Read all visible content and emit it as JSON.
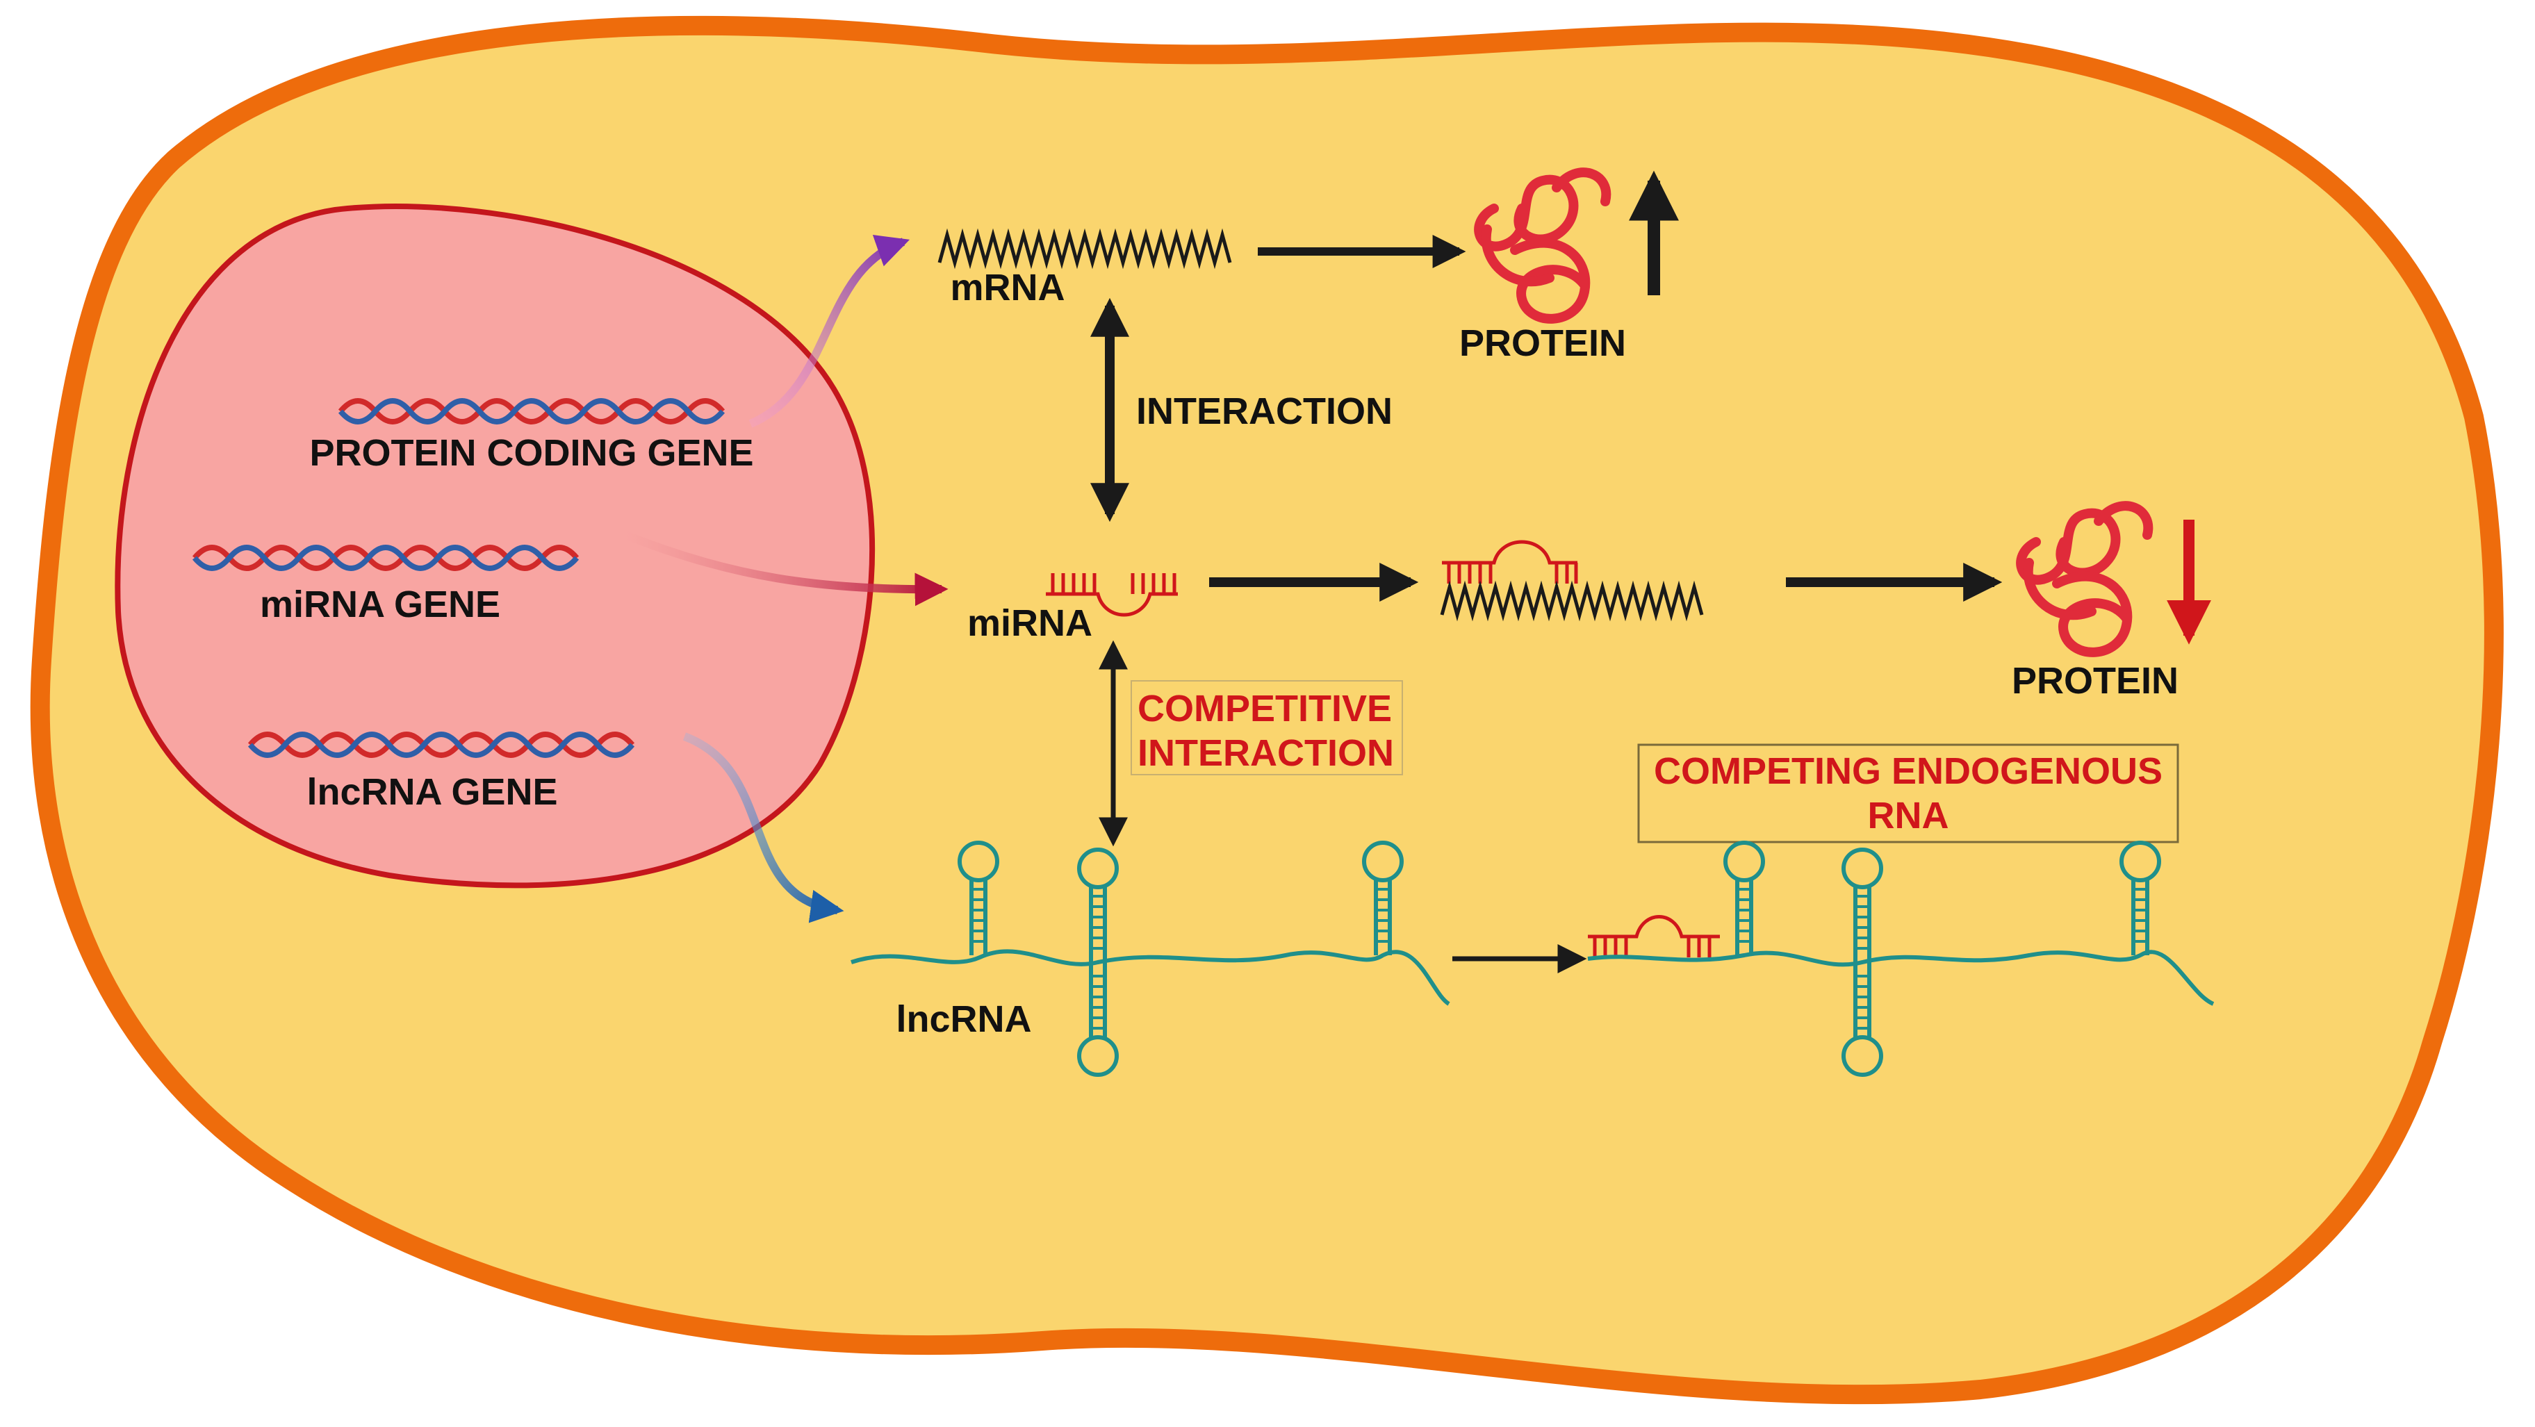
{
  "colors": {
    "cell_fill": "#fad56e",
    "cell_border": "#ee6c0c",
    "nucleus_fill": "#f8a5a2",
    "nucleus_border": "#c4161c",
    "dna_red": "#d12a2a",
    "dna_blue": "#2f5fa8",
    "mirna_red": "#d0161b",
    "lncrna_teal": "#1f8f8b",
    "protein_red": "#e02b3a",
    "arrow_black": "#1a1a1a",
    "arrow_purple": "#7b2fb0",
    "arrow_crimson": "#b5123a",
    "arrow_blue": "#1d5fa8",
    "highlight_text": "#d0161b"
  },
  "nucleus": {
    "genes": [
      {
        "label": "PROTEIN CODING GENE"
      },
      {
        "label": "miRNA GENE"
      },
      {
        "label": "lncRNA GENE"
      }
    ]
  },
  "molecules": {
    "mrna": "mRNA",
    "mirna": "miRNA",
    "lncrna": "lncRNA",
    "protein_top": "PROTEIN",
    "protein_mid": "PROTEIN"
  },
  "interactions": {
    "interaction": "INTERACTION",
    "competitive_line1": "COMPETITIVE",
    "competitive_line2": "INTERACTION"
  },
  "cerna": {
    "line1": "COMPETING ENDOGENOUS",
    "line2": "RNA"
  },
  "indicators": {
    "protein_top": "up",
    "protein_mid": "down"
  }
}
